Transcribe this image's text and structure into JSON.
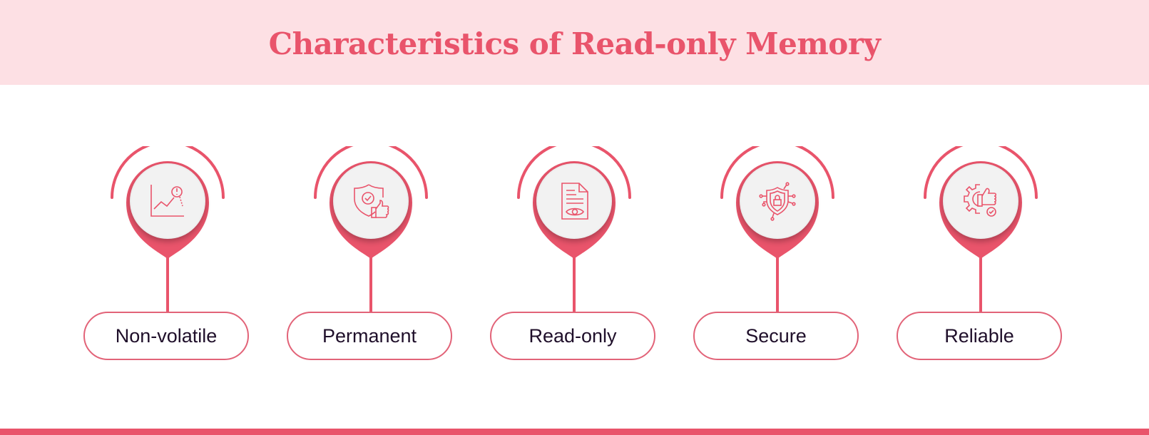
{
  "header": {
    "title": "Characteristics of Read-only Memory"
  },
  "colors": {
    "accent": "#e9546b",
    "header_bg": "#fde0e4",
    "label_text": "#1f0f2a",
    "circle_bg": "#f2f2f2"
  },
  "items": [
    {
      "label": "Non-volatile",
      "icon": "chart-alert-icon"
    },
    {
      "label": "Permanent",
      "icon": "shield-thumbs-up-icon"
    },
    {
      "label": "Read-only",
      "icon": "document-eye-icon"
    },
    {
      "label": "Secure",
      "icon": "shield-lock-circuit-icon"
    },
    {
      "label": "Reliable",
      "icon": "gear-thumbs-up-icon"
    }
  ]
}
